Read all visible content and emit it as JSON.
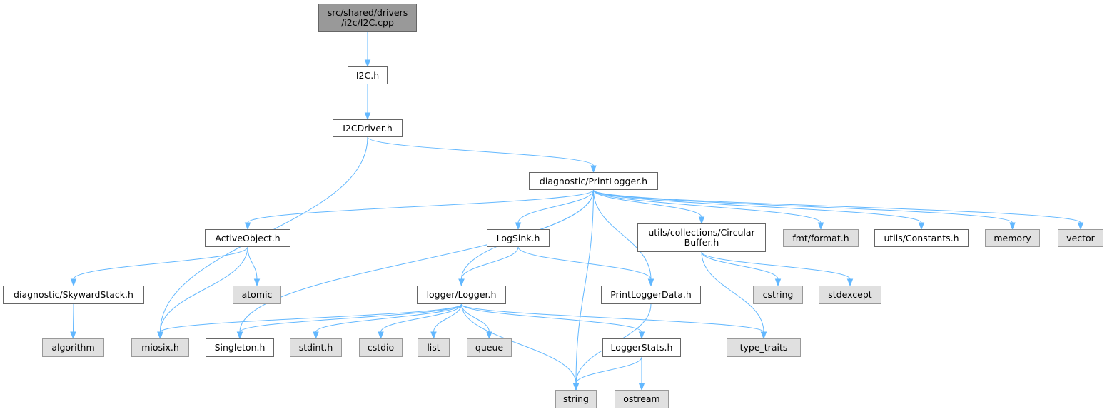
{
  "colors": {
    "edge": "#63b8ff",
    "local_fill": "#ffffff",
    "local_border": "#666666",
    "system_fill": "#e0e0e0",
    "system_border": "#999999",
    "root_fill": "#999999"
  },
  "nodes": {
    "root": {
      "label_line1": "src/shared/drivers",
      "label_line2": "/i2c/I2C.cpp",
      "kind": "root"
    },
    "i2c_h": {
      "label": "I2C.h",
      "kind": "local"
    },
    "i2cdriver_h": {
      "label": "I2CDriver.h",
      "kind": "local"
    },
    "printlogger_h": {
      "label": "diagnostic/PrintLogger.h",
      "kind": "local"
    },
    "activeobject_h": {
      "label": "ActiveObject.h",
      "kind": "local"
    },
    "logsink_h": {
      "label": "LogSink.h",
      "kind": "local"
    },
    "circularbuffer_h": {
      "label_line1": "utils/collections/Circular",
      "label_line2": "Buffer.h",
      "kind": "local"
    },
    "fmt_format_h": {
      "label": "fmt/format.h",
      "kind": "system"
    },
    "constants_h": {
      "label": "utils/Constants.h",
      "kind": "local"
    },
    "memory": {
      "label": "memory",
      "kind": "system"
    },
    "vector": {
      "label": "vector",
      "kind": "system"
    },
    "skywardstack_h": {
      "label": "diagnostic/SkywardStack.h",
      "kind": "local"
    },
    "atomic": {
      "label": "atomic",
      "kind": "system"
    },
    "logger_h": {
      "label": "logger/Logger.h",
      "kind": "local"
    },
    "printloggerdata_h": {
      "label": "PrintLoggerData.h",
      "kind": "local"
    },
    "cstring": {
      "label": "cstring",
      "kind": "system"
    },
    "stdexcept": {
      "label": "stdexcept",
      "kind": "system"
    },
    "algorithm": {
      "label": "algorithm",
      "kind": "system"
    },
    "miosix_h": {
      "label": "miosix.h",
      "kind": "system"
    },
    "singleton_h": {
      "label": "Singleton.h",
      "kind": "local"
    },
    "stdint_h": {
      "label": "stdint.h",
      "kind": "system"
    },
    "cstdio": {
      "label": "cstdio",
      "kind": "system"
    },
    "list": {
      "label": "list",
      "kind": "system"
    },
    "queue": {
      "label": "queue",
      "kind": "system"
    },
    "loggerstats_h": {
      "label": "LoggerStats.h",
      "kind": "local"
    },
    "type_traits": {
      "label": "type_traits",
      "kind": "system"
    },
    "string": {
      "label": "string",
      "kind": "system"
    },
    "ostream": {
      "label": "ostream",
      "kind": "system"
    }
  },
  "edges": [
    [
      "root",
      "i2c_h"
    ],
    [
      "i2c_h",
      "i2cdriver_h"
    ],
    [
      "i2cdriver_h",
      "miosix_h"
    ],
    [
      "i2cdriver_h",
      "printlogger_h"
    ],
    [
      "printlogger_h",
      "activeobject_h"
    ],
    [
      "printlogger_h",
      "singleton_h"
    ],
    [
      "printlogger_h",
      "logger_h"
    ],
    [
      "printlogger_h",
      "logsink_h"
    ],
    [
      "printlogger_h",
      "string"
    ],
    [
      "printlogger_h",
      "printloggerdata_h"
    ],
    [
      "printlogger_h",
      "circularbuffer_h"
    ],
    [
      "printlogger_h",
      "fmt_format_h"
    ],
    [
      "printlogger_h",
      "constants_h"
    ],
    [
      "printlogger_h",
      "memory"
    ],
    [
      "printlogger_h",
      "vector"
    ],
    [
      "activeobject_h",
      "skywardstack_h"
    ],
    [
      "activeobject_h",
      "miosix_h"
    ],
    [
      "activeobject_h",
      "atomic"
    ],
    [
      "skywardstack_h",
      "algorithm"
    ],
    [
      "logsink_h",
      "logger_h"
    ],
    [
      "logsink_h",
      "printloggerdata_h"
    ],
    [
      "circularbuffer_h",
      "type_traits"
    ],
    [
      "circularbuffer_h",
      "cstring"
    ],
    [
      "circularbuffer_h",
      "stdexcept"
    ],
    [
      "logger_h",
      "miosix_h"
    ],
    [
      "logger_h",
      "singleton_h"
    ],
    [
      "logger_h",
      "stdint_h"
    ],
    [
      "logger_h",
      "cstdio"
    ],
    [
      "logger_h",
      "list"
    ],
    [
      "logger_h",
      "queue"
    ],
    [
      "logger_h",
      "string"
    ],
    [
      "logger_h",
      "loggerstats_h"
    ],
    [
      "logger_h",
      "type_traits"
    ],
    [
      "printloggerdata_h",
      "string"
    ],
    [
      "loggerstats_h",
      "string"
    ],
    [
      "loggerstats_h",
      "ostream"
    ]
  ]
}
